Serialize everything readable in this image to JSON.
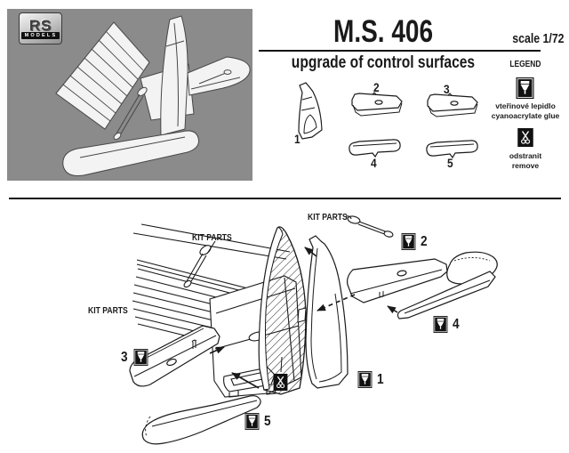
{
  "brand": {
    "top": "RS",
    "bottom": "MODELS"
  },
  "header": {
    "title": "M.S. 406",
    "scale": "scale 1/72",
    "subtitle": "upgrade of control surfaces"
  },
  "legend": {
    "heading": "LEGEND",
    "items": [
      {
        "icon": "glue-bottle-icon",
        "line1": "vteřinové lepidlo",
        "line2": "cyanoacrylate glue"
      },
      {
        "icon": "scissors-icon",
        "line1": "odstranit",
        "line2": "remove"
      }
    ]
  },
  "parts": {
    "labels": [
      "1",
      "2",
      "3",
      "4",
      "5"
    ]
  },
  "assembly": {
    "kit_parts": "KIT PARTS",
    "steps": {
      "s1": "1",
      "s2": "2",
      "s3": "3",
      "s4": "4",
      "s5": "5"
    }
  },
  "colors": {
    "photo_bg": "#8b8b8b",
    "ink": "#1a1a1a",
    "icon_bg": "#111111"
  }
}
